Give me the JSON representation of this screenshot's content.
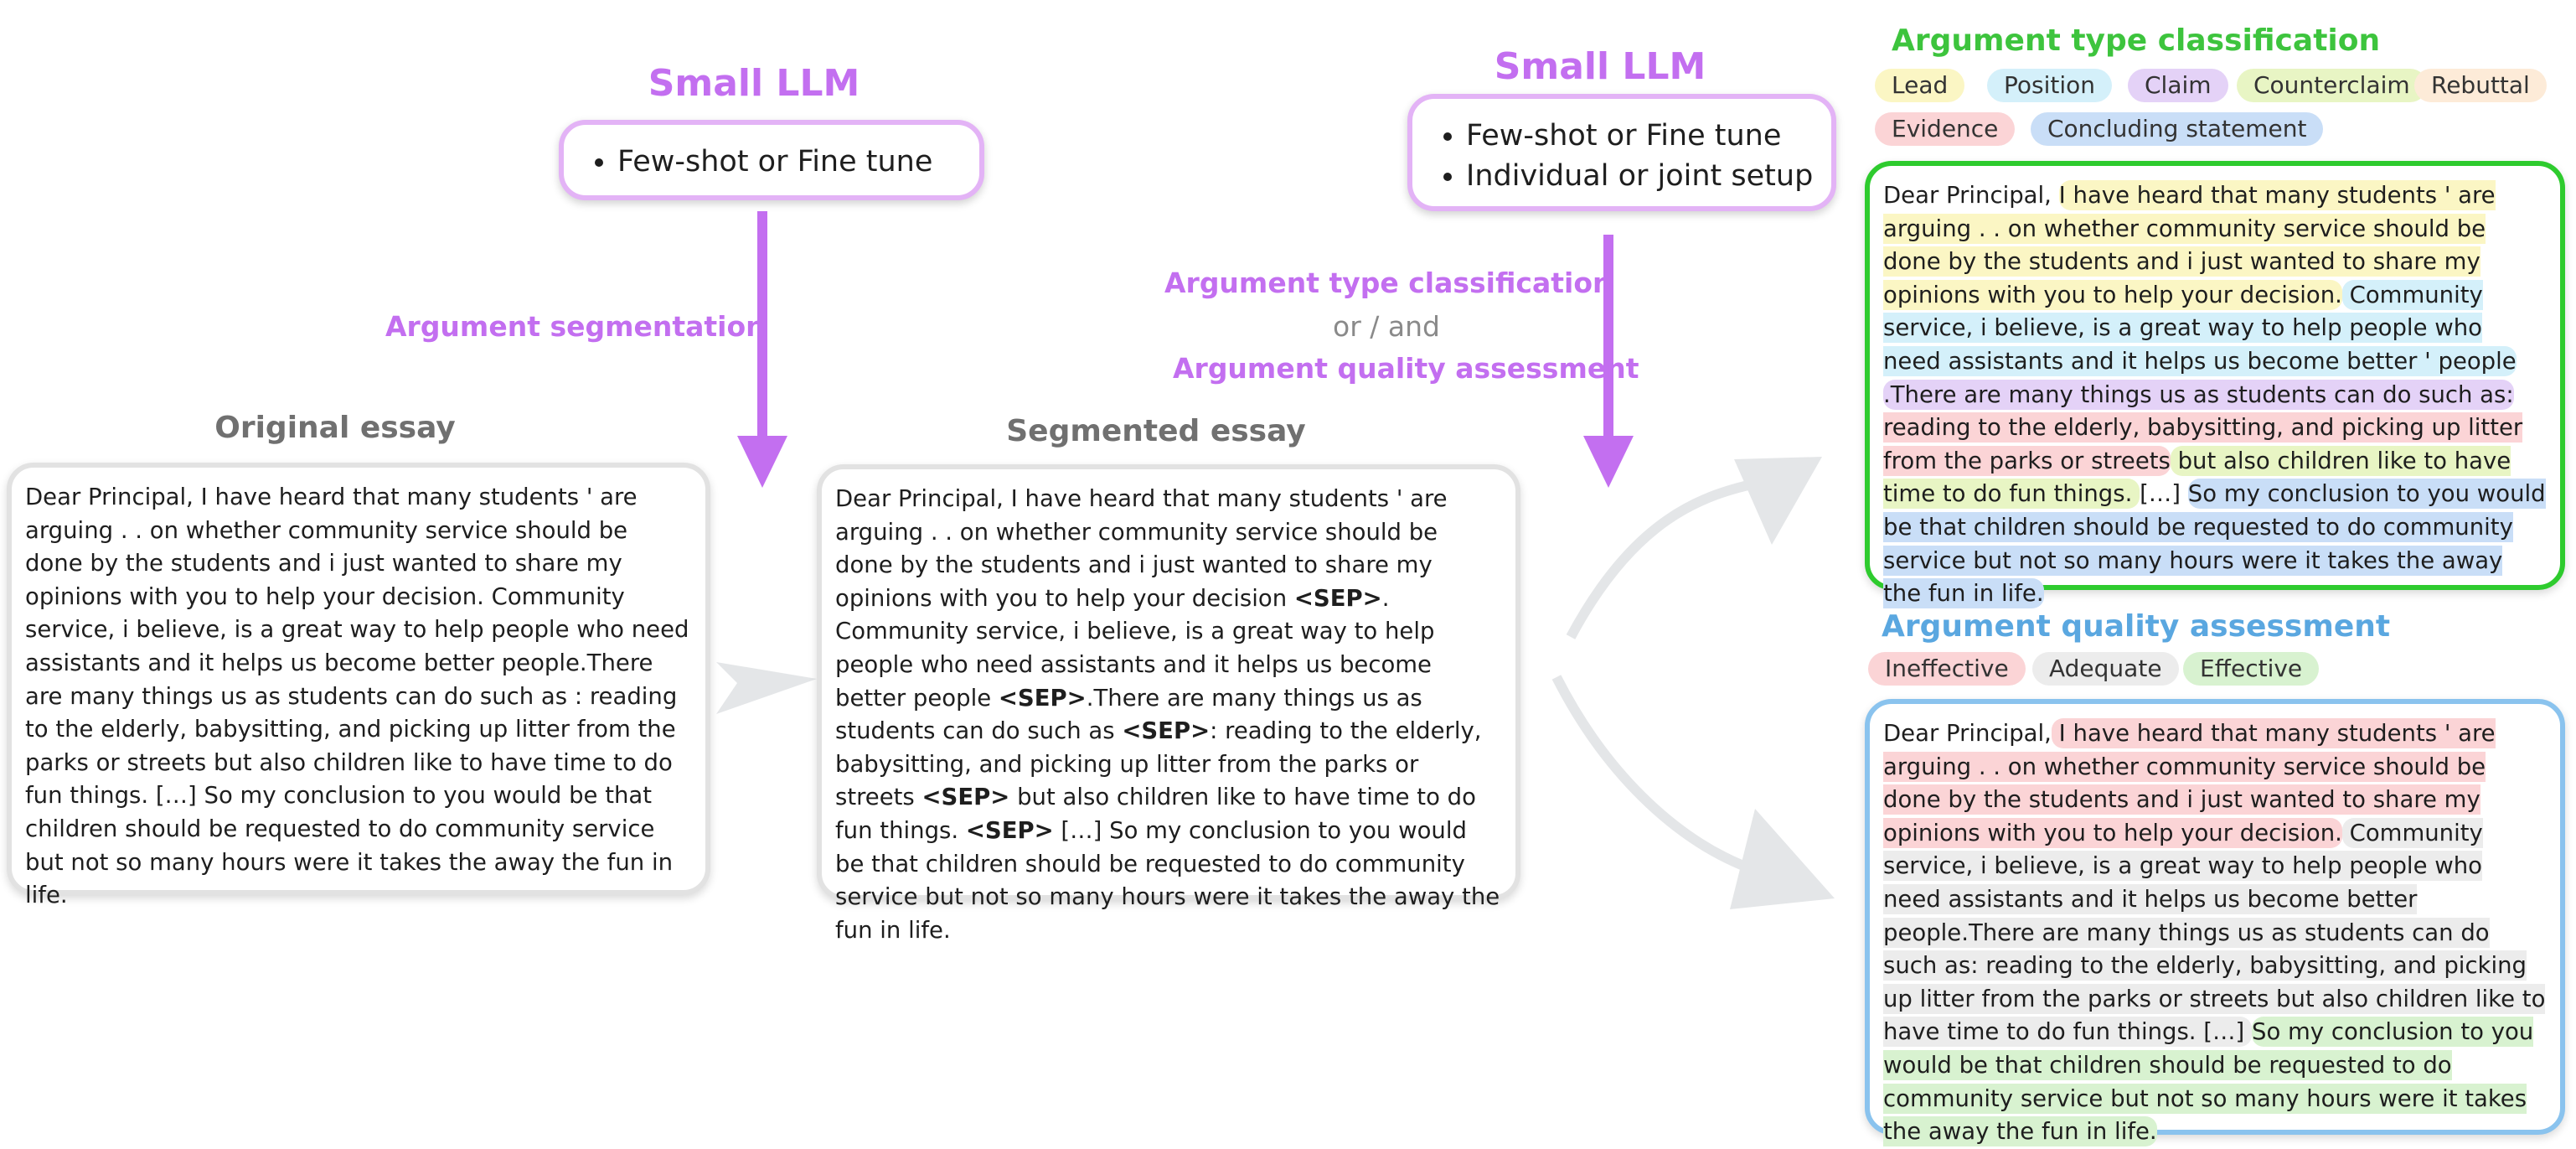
{
  "colors": {
    "purple": "#c36ff0",
    "green": "#3dc43d",
    "blue": "#5aa7e0",
    "lead": "#fbf6c4",
    "position": "#d4f0fa",
    "claim": "#e4d2f7",
    "counterclaim": "#e8f5c4",
    "rebuttal": "#fdebd8",
    "evidence": "#fbd4d6",
    "concluding": "#c9def7",
    "ineffective": "#fbd4d6",
    "adequate": "#ececec",
    "effective": "#d8f2d0"
  },
  "left_llm": {
    "title": "Small LLM",
    "bullets": [
      "Few-shot or Fine tune"
    ]
  },
  "right_llm": {
    "title": "Small LLM",
    "bullets": [
      "Few-shot or Fine tune",
      "Individual or joint setup"
    ]
  },
  "labels": {
    "segmentation": "Argument segmentation",
    "classification": "Argument type classification",
    "or_and": "or / and",
    "quality": "Argument quality assessment"
  },
  "original": {
    "title": "Original essay",
    "text": "Dear Principal, I have heard that many students ' are arguing . . on whether community service should be done by the students and i just wanted to share my opinions with you to help your decision. Community service, i believe, is a great way to help people who need assistants and it helps us become better people.There are many things us as students can do such as : reading to the elderly, babysitting, and picking up litter from the parks or streets but also children like to have time to do fun things. […] So my conclusion to you would be that children should be requested to do community service but not so many hours were it takes the away the fun in life."
  },
  "segmented": {
    "title": "Segmented essay",
    "sep": "<SEP>",
    "parts": [
      "Dear Principal, I have heard that many students ' are arguing . . on whether community service should be done by the students and i just wanted to share my opinions with you to help your decision ",
      ". Community service, i believe, is a great way to help people who need assistants and it helps us become better people ",
      ".There are many things us as students can do such as ",
      ": reading to the elderly, babysitting, and picking up litter from the parks or streets ",
      " but also children like to have time to do fun things. ",
      " […] So my conclusion to you would be that children should be requested to do community service but not so many hours were it takes the away the fun in life."
    ]
  },
  "classification_output": {
    "title": "Argument type classification",
    "tags": [
      "Lead",
      "Position",
      "Claim",
      "Counterclaim",
      "Rebuttal",
      "Evidence",
      "Concluding statement"
    ],
    "segments": [
      {
        "text": "Dear Principal, ",
        "type": "none"
      },
      {
        "text": "I have heard that many students ' are arguing . . on whether community service should be done by the students and i just wanted to share my opinions with you to help your decision.",
        "type": "lead"
      },
      {
        "text": " Community service, i believe, is a great way to help people who need assistants and it helps us become better ' people ",
        "type": "position"
      },
      {
        "text": ".There are many things us as students can do such as:",
        "type": "claim"
      },
      {
        "text": " reading to the elderly, babysitting, and picking up litter from the parks or streets",
        "type": "evidence"
      },
      {
        "text": " but also children like to have time to do fun things. ",
        "type": "counterclaim"
      },
      {
        "text": "[…] ",
        "type": "none"
      },
      {
        "text": "So my conclusion to you would be that children should be requested to do community service but not so many hours were it takes the away the fun in life.",
        "type": "concluding"
      }
    ]
  },
  "quality_output": {
    "title": "Argument quality assessment",
    "tags": [
      "Ineffective",
      "Adequate",
      "Effective"
    ],
    "segments": [
      {
        "text": "Dear Principal,",
        "type": "none"
      },
      {
        "text": " I have heard that many students ' are arguing . . on whether community service should be done by the students and i just wanted to share my opinions with you to help your decision.",
        "type": "ineffective"
      },
      {
        "text": " Community service, i believe, is a great way to help people who need assistants and it helps us become better people.There are many things us as students can do such as: reading to the elderly, babysitting, and picking up litter from the parks or streets but also children like to have time to do fun things. […] ",
        "type": "adequate"
      },
      {
        "text": "So my conclusion to you would be that children should be requested to do community service but not so many hours were it takes the away the fun in life.",
        "type": "effective"
      }
    ]
  }
}
